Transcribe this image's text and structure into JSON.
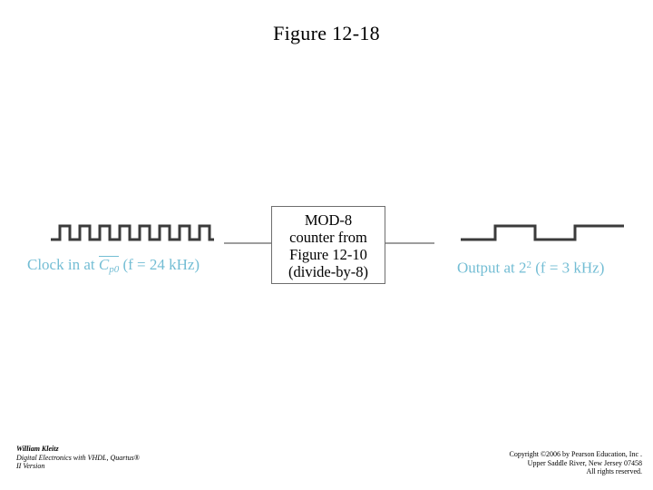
{
  "slide": {
    "title": "Figure 12-18"
  },
  "figure": {
    "block": {
      "name": "mod-8-counter-block",
      "lines": [
        "MOD-8",
        "counter from",
        "Figure 12-10",
        "(divide-by-8)"
      ]
    },
    "input_signal": {
      "caption_prefix": "Clock in at ",
      "signal_name": "C",
      "signal_subscript": "p0",
      "signal_overbar": true,
      "frequency_text": "(f = 24 kHz)",
      "frequency_value": 24,
      "frequency_unit": "kHz",
      "waveform": {
        "type": "square",
        "pulses": 8,
        "duty_cycle_percent": 50,
        "starts_low": true
      }
    },
    "output_signal": {
      "caption_prefix": "Output at 2",
      "caption_exponent": "2",
      "frequency_text": "(f = 3 kHz)",
      "frequency_value": 3,
      "frequency_unit": "kHz",
      "waveform": {
        "type": "square",
        "pulses": 1,
        "duty_cycle_percent": 50,
        "starts_low": true,
        "ends_high": true
      }
    },
    "colors": {
      "caption": "#73bdd4",
      "waveform": "#3b3b3b",
      "connector": "#9d9d9d",
      "block_border": "#6e6e6e",
      "text": "#000000",
      "background": "#ffffff"
    }
  },
  "footer": {
    "left": [
      "William Kleitz",
      "Digital Electronics with VHDL, Quartus®",
      "II Version"
    ],
    "right": [
      "Copyright ©2006 by Pearson Education, Inc .",
      "Upper Saddle River, New Jersey 07458",
      "All rights reserved."
    ]
  }
}
